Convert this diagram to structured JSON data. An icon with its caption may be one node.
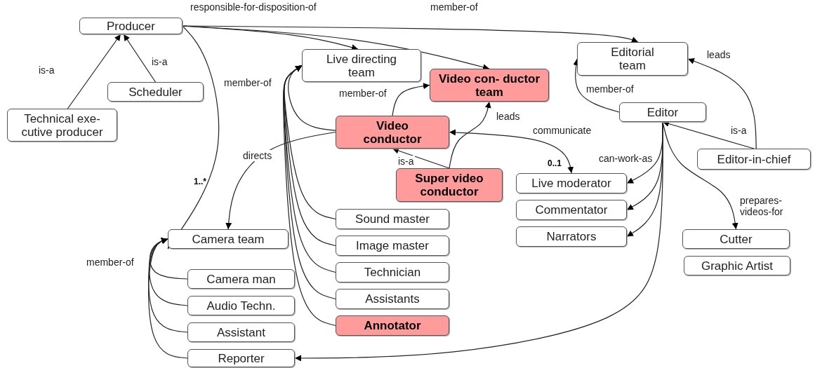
{
  "diagram": {
    "nodes": [
      {
        "text": [
          "Producer"
        ]
      },
      {
        "text": [
          "Technical exe- cutive producer"
        ]
      },
      {
        "text": [
          "Scheduler"
        ]
      },
      {
        "text": [
          "Live directing team"
        ]
      },
      {
        "text": [
          "Video con- ductor team"
        ]
      },
      {
        "text": [
          "Editorial team"
        ]
      },
      {
        "text": [
          "Editor"
        ]
      },
      {
        "text": [
          "Video conductor"
        ]
      },
      {
        "text": [
          "Editor-in-chief"
        ]
      },
      {
        "text": [
          "Super video conductor"
        ]
      },
      {
        "text": [
          "Live moderator"
        ]
      },
      {
        "text": [
          "Commentator"
        ]
      },
      {
        "text": [
          "Narrators"
        ]
      },
      {
        "text": [
          "Camera team"
        ]
      },
      {
        "text": [
          "Sound master"
        ]
      },
      {
        "text": [
          "Image master"
        ]
      },
      {
        "text": [
          "Technician"
        ]
      },
      {
        "text": [
          "Assistants"
        ]
      },
      {
        "text": [
          "Annotator"
        ]
      },
      {
        "text": [
          "Cutter"
        ]
      },
      {
        "text": [
          "Graphic Artist"
        ]
      },
      {
        "text": [
          "Camera man"
        ]
      },
      {
        "text": [
          "Audio Techn."
        ]
      },
      {
        "text": [
          "Assistant"
        ]
      },
      {
        "text": [
          "Reporter"
        ]
      }
    ],
    "edges": [
      {
        "from": 1,
        "to": 0,
        "arrow": "to",
        "label": "is-a"
      },
      {
        "from": 2,
        "to": 0,
        "arrow": "to",
        "label": "is-a"
      },
      {
        "from": 0,
        "to": 3,
        "arrow": "to",
        "label": "responsible-for-disposition-of"
      },
      {
        "from": 0,
        "to": 4,
        "arrow": "to"
      },
      {
        "from": 0,
        "to": 5,
        "arrow": "to",
        "label": "member-of"
      },
      {
        "from": 0,
        "to": 13,
        "arrow": "to"
      },
      {
        "from": 7,
        "to": 3,
        "arrow": "to",
        "label": "member-of"
      },
      {
        "from": 14,
        "to": 3,
        "arrow": "to"
      },
      {
        "from": 15,
        "to": 3,
        "arrow": "to"
      },
      {
        "from": 16,
        "to": 3,
        "arrow": "to"
      },
      {
        "from": 17,
        "to": 3,
        "arrow": "to"
      },
      {
        "from": 18,
        "to": 3,
        "arrow": "to"
      },
      {
        "from": 7,
        "to": 4,
        "arrow": "to",
        "label": "member-of"
      },
      {
        "from": 9,
        "to": 4,
        "arrow": "to",
        "label": "leads"
      },
      {
        "from": 9,
        "to": 7,
        "arrow": "to",
        "label": "is-a"
      },
      {
        "from": 7,
        "to": 10,
        "arrow": "both",
        "label": "communicate"
      },
      {
        "from": 6,
        "to": 5,
        "arrow": "to",
        "label": "member-of"
      },
      {
        "from": 8,
        "to": 5,
        "arrow": "to",
        "label": "leads"
      },
      {
        "from": 8,
        "to": 6,
        "arrow": "to",
        "label": "is-a"
      },
      {
        "from": 6,
        "to": 10,
        "arrow": "to",
        "label": "can-work-as"
      },
      {
        "from": 6,
        "to": 11,
        "arrow": "to"
      },
      {
        "from": 6,
        "to": 12,
        "arrow": "to"
      },
      {
        "from": 6,
        "to": 19,
        "arrow": "to",
        "label": "prepares- videos-for"
      },
      {
        "from": 6,
        "to": 24,
        "arrow": "to"
      },
      {
        "from": 7,
        "to": 13,
        "arrow": "to",
        "label": "directs"
      },
      {
        "from": 21,
        "to": 13,
        "arrow": "to",
        "label": "member-of"
      },
      {
        "from": 22,
        "to": 13,
        "arrow": "to"
      },
      {
        "from": 23,
        "to": 13,
        "arrow": "to"
      },
      {
        "from": 24,
        "to": 13,
        "arrow": "to"
      }
    ],
    "labels": [
      "1..*",
      "0..1"
    ]
  }
}
